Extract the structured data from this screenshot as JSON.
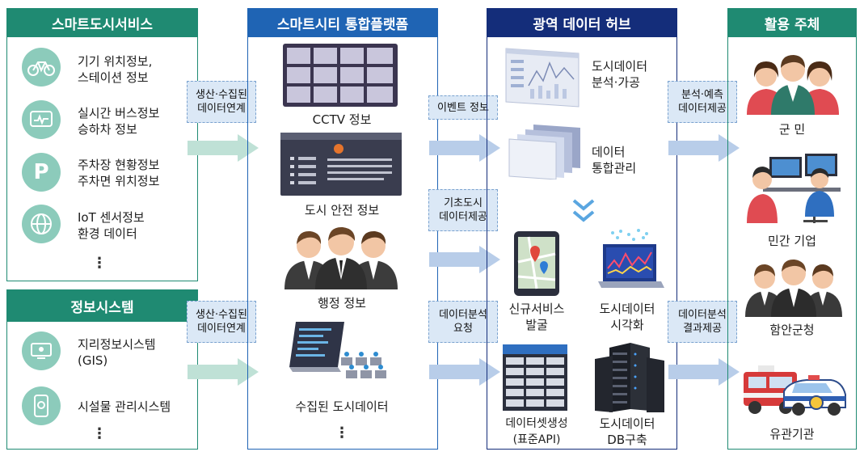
{
  "columns": {
    "smart_city_services": {
      "title": "스마트도시서비스",
      "items": [
        {
          "icon": "bicycle-icon",
          "text": "기기 위치정보,\n스테이션 정보"
        },
        {
          "icon": "bus-icon",
          "text": "실시간 버스정보\n승하차 정보"
        },
        {
          "icon": "parking-icon",
          "icon_glyph": "P",
          "text": "주차장 현황정보\n주차면 위치정보"
        },
        {
          "icon": "globe-icon",
          "text": "IoT 센서정보\n환경 데이터"
        }
      ],
      "more": "⋮"
    },
    "info_systems": {
      "title": "정보시스템",
      "items": [
        {
          "icon": "gis-icon",
          "text": "지리정보시스템\n(GIS)"
        },
        {
          "icon": "facility-icon",
          "text": "시설물 관리시스템"
        }
      ],
      "more": "⋮"
    },
    "platform": {
      "title": "스마트시티 통합플랫폼",
      "items": [
        "CCTV 정보",
        "도시 안전 정보",
        "행정 정보",
        "수집된 도시데이터"
      ],
      "more": "⋮"
    },
    "hub": {
      "title": "광역 데이터 허브",
      "items": [
        "도시데이터\n분석·가공",
        "데이터\n통합관리",
        "신규서비스\n발굴",
        "도시데이터\n시각화",
        "데이터셋생성\n(표준API)",
        "도시데이터\nDB구축"
      ]
    },
    "users": {
      "title": "활용 주체",
      "items": [
        "군 민",
        "민간 기업",
        "함안군청",
        "유관기관"
      ]
    }
  },
  "flow_labels": {
    "services_to_platform": "생산·수집된\n데이터연계",
    "systems_to_platform": "생산·수집된\n데이터연계",
    "event": "이벤트 정보",
    "basic": "기초도시\n데이터제공",
    "request": "데이터분석\n요청",
    "predict": "분석·예측\n데이터제공",
    "result": "데이터분석\n결과제공"
  },
  "colors": {
    "green": "#1f8a72",
    "blue": "#1f64b4",
    "navy": "#142d7a",
    "teal": "#1f8a72",
    "arrow_green": "#bfe1d6",
    "arrow_blue": "#b8cde9"
  }
}
